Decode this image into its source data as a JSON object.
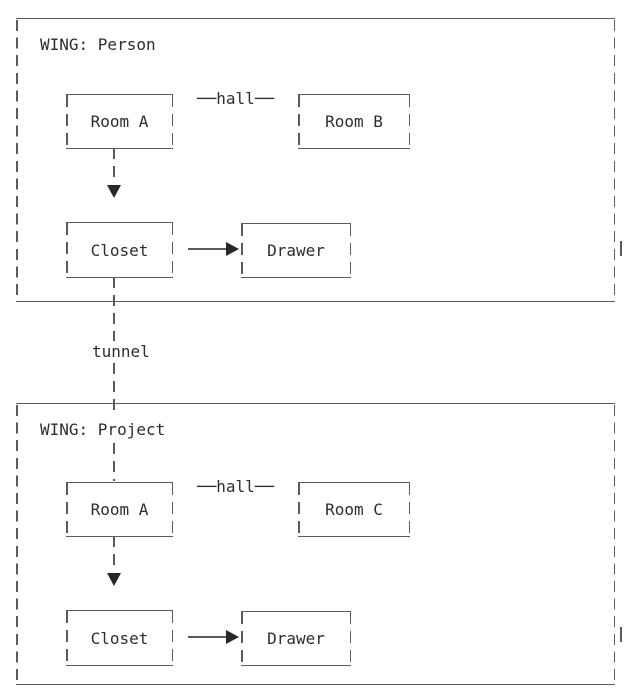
{
  "wings": [
    {
      "title": "WING: Person",
      "room_left": "Room A",
      "room_right": "Room B",
      "hall": "──hall──",
      "closet": "Closet",
      "drawer": "Drawer"
    },
    {
      "title": "WING: Project",
      "room_left": "Room A",
      "room_right": "Room C",
      "hall": "──hall──",
      "closet": "Closet",
      "drawer": "Drawer"
    }
  ],
  "tunnel": {
    "label": "tunnel"
  },
  "colors": {
    "line": "#5a5a63",
    "text": "#2d2d33",
    "arrowhead": "#26262b",
    "background": "#ffffff"
  }
}
